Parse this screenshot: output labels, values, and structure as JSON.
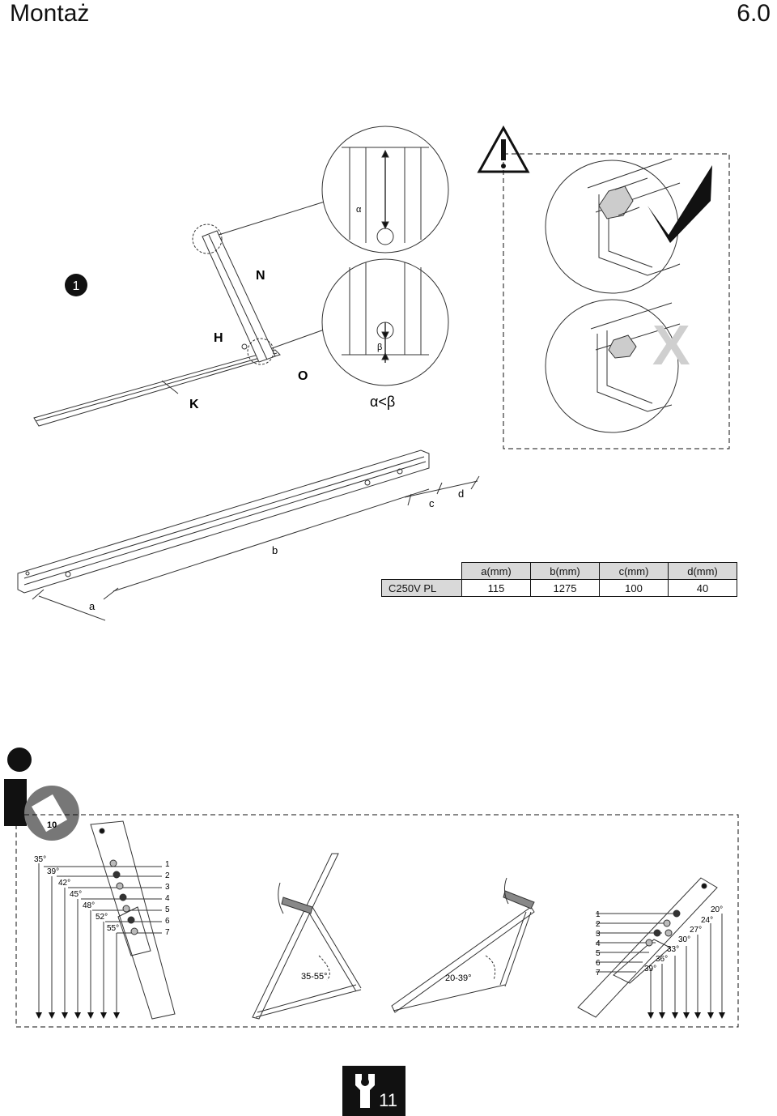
{
  "header": {
    "title": "Montaż",
    "page_number": "6.0"
  },
  "step": {
    "number": "1"
  },
  "labels": {
    "N": "N",
    "H": "H",
    "O": "O",
    "K": "K",
    "alpha": "α",
    "beta": "β",
    "compare": "α<β",
    "x_mark": "X"
  },
  "dimensions": {
    "a": "a",
    "b": "b",
    "c": "c",
    "d": "d"
  },
  "table": {
    "headers": [
      "a(mm)",
      "b(mm)",
      "c(mm)",
      "d(mm)"
    ],
    "rows": [
      {
        "model": "C250V PL",
        "values": [
          "115",
          "1275",
          "100",
          "40"
        ]
      }
    ]
  },
  "left_angles": [
    "35°",
    "39°",
    "42°",
    "45°",
    "48°",
    "52°",
    "55°"
  ],
  "right_angles": [
    "20°",
    "24°",
    "27°",
    "30°",
    "33°",
    "36°",
    "39°"
  ],
  "hole_numbers": [
    "1",
    "2",
    "3",
    "4",
    "5",
    "6",
    "7"
  ],
  "frame_ranges": {
    "steep": "35-55°",
    "flat": "20-39°"
  },
  "info_badge": {
    "ruler_value": "10"
  },
  "footer": {
    "tool_size": "11"
  }
}
